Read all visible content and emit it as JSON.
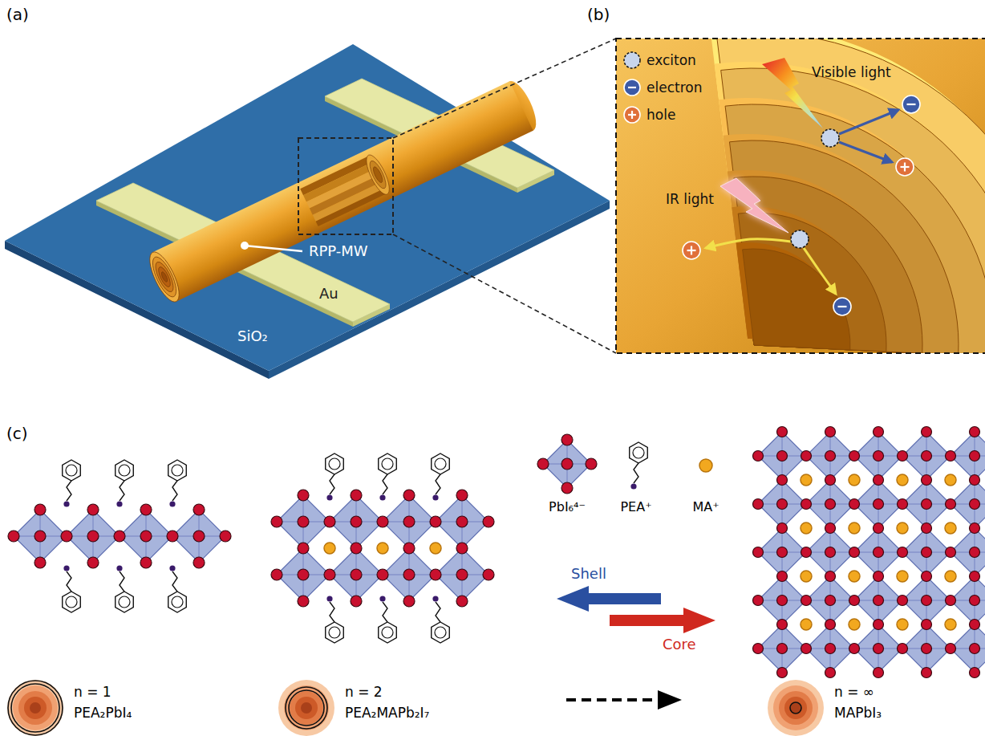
{
  "diagram": {
    "labels": [
      "(a)",
      "RPP-MW",
      "Au",
      "SiO₂",
      "(b)",
      "Visible light",
      "IR light",
      "(c)",
      "PbI₆⁴⁻",
      "PEA⁺",
      "MA⁺",
      "Shell",
      "Core",
      "n = 1",
      "PEA₂PbI₄",
      "n = 2",
      "PEA₂MAPb₂I₇",
      "n = ∞",
      "MAPbI₃"
    ],
    "legend": [
      {
        "text": "exciton"
      },
      {
        "text": "electron"
      },
      {
        "text": "hole"
      }
    ]
  }
}
